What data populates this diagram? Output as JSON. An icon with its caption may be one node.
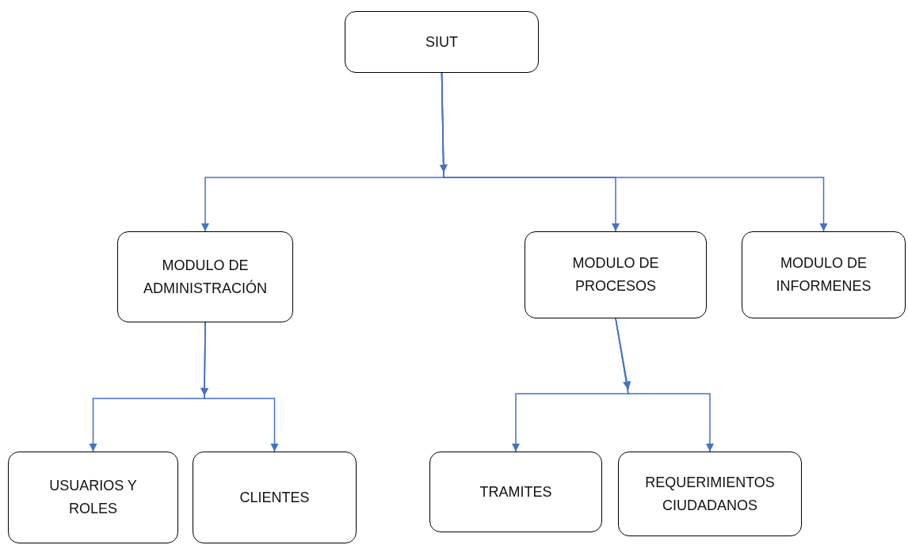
{
  "diagram": {
    "nodes": [
      {
        "text": [
          "SIUT"
        ]
      },
      {
        "text": [
          "MODULO DE ADMINISTRACIÓN"
        ]
      },
      {
        "text": [
          "MODULO DE PROCESOS"
        ]
      },
      {
        "text": [
          "MODULO DE INFORMENES"
        ]
      },
      {
        "text": [
          "USUARIOS Y ROLES"
        ]
      },
      {
        "text": [
          "CLIENTES"
        ]
      },
      {
        "text": [
          "TRAMITES"
        ]
      },
      {
        "text": [
          "REQUERIMIENTOS CIUDADANOS"
        ]
      }
    ],
    "edges": [
      {
        "from": 0,
        "to": 1,
        "arrow": "to"
      },
      {
        "from": 0,
        "to": 2,
        "arrow": "to"
      },
      {
        "from": 0,
        "to": 3,
        "arrow": "to"
      },
      {
        "from": 1,
        "to": 4,
        "arrow": "to"
      },
      {
        "from": 1,
        "to": 5,
        "arrow": "to"
      },
      {
        "from": 2,
        "to": 6,
        "arrow": "to"
      },
      {
        "from": 2,
        "to": 7,
        "arrow": "to"
      }
    ]
  }
}
